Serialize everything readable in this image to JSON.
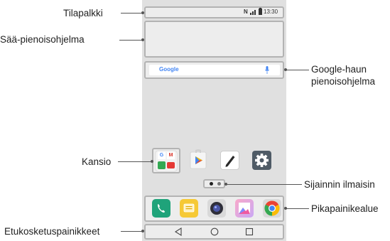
{
  "labels": {
    "status_bar": "Tilapalkki",
    "weather_widget": "Sää-pienoisohjelma",
    "google_widget_line1": "Google-haun",
    "google_widget_line2": "pienoisohjelma",
    "folder": "Kansio",
    "location_indicator": "Sijainnin ilmaisin",
    "quick_access": "Pikapainikealue",
    "touch_buttons": "Etukosketuspainikkeet"
  },
  "status": {
    "time": "13:30"
  },
  "search": {
    "logo": "Google"
  },
  "icons": {
    "signal": "signal-icon",
    "battery": "battery-icon",
    "nfc": "nfc-icon",
    "mic": "microphone-icon",
    "folder": "folder-icon",
    "play_store": "play-store-icon",
    "memo": "pen-icon",
    "settings": "gear-icon",
    "phone": "phone-icon",
    "messages": "messages-icon",
    "camera": "camera-icon",
    "gallery": "gallery-icon",
    "browser": "chrome-icon",
    "back": "back-icon",
    "home": "home-icon",
    "recents": "recents-icon"
  },
  "colors": {
    "highlight_border": "#b3b3b3",
    "screen_background": "#e0e0e0",
    "leader_line": "#555555"
  }
}
